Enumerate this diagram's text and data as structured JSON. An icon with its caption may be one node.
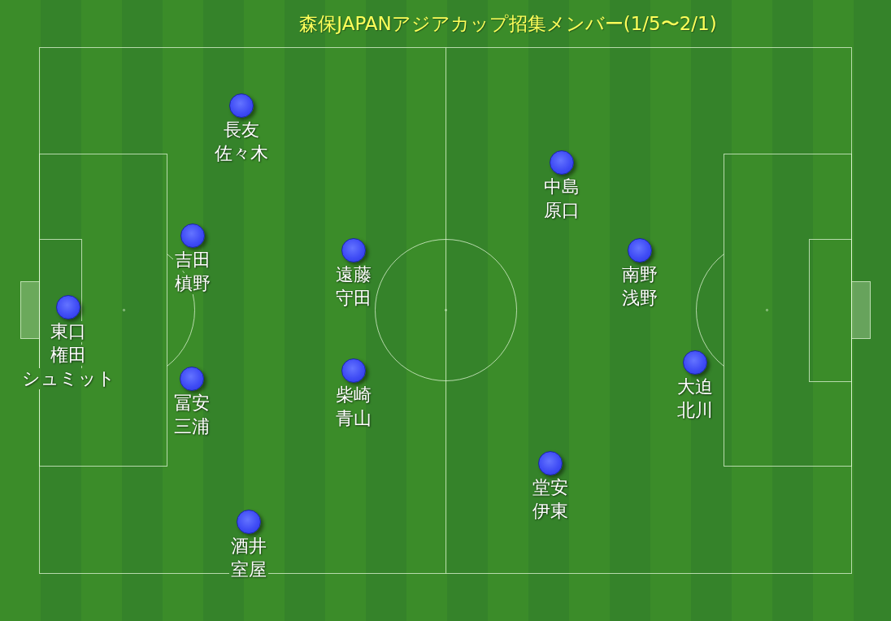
{
  "diagram": {
    "title": "森保JAPANアジアカップ招集メンバー(1/5〜2/1)",
    "nodes": [
      {
        "text": [],
        "shape": "circle",
        "beside": [
          "長友",
          "佐々木"
        ]
      },
      {
        "text": [],
        "shape": "circle",
        "beside": [
          "中島",
          "原口"
        ]
      },
      {
        "text": [],
        "shape": "circle",
        "beside": [
          "吉田",
          "槙野"
        ]
      },
      {
        "text": [],
        "shape": "circle",
        "beside": [
          "遠藤",
          "守田"
        ]
      },
      {
        "text": [],
        "shape": "circle",
        "beside": [
          "南野",
          "浅野"
        ]
      },
      {
        "text": [],
        "shape": "circle",
        "beside": [
          "東口",
          "権田",
          "シュミット"
        ]
      },
      {
        "text": [],
        "shape": "circle",
        "beside": [
          "大迫",
          "北川"
        ]
      },
      {
        "text": [],
        "shape": "circle",
        "beside": [
          "柴崎",
          "青山"
        ]
      },
      {
        "text": [],
        "shape": "circle",
        "beside": [
          "冨安",
          "三浦"
        ]
      },
      {
        "text": [],
        "shape": "circle",
        "beside": [
          "堂安",
          "伊東"
        ]
      },
      {
        "text": [],
        "shape": "circle",
        "beside": [
          "酒井",
          "室屋"
        ]
      }
    ]
  }
}
